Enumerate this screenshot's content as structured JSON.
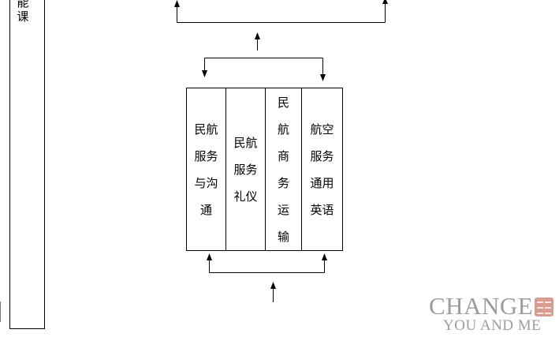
{
  "sidebar": {
    "label": "能课"
  },
  "courses": [
    {
      "label": "民航服务与沟通"
    },
    {
      "label": "民航服务礼仪"
    },
    {
      "label": "民航商务运输"
    },
    {
      "label": "航空服务通用英语"
    }
  ],
  "watermark": {
    "line1": "CHANGE",
    "line2": "YOU AND ME"
  },
  "colors": {
    "line": "#000000",
    "watermark": "#9c9c9c",
    "seal": "#d99c8e"
  }
}
